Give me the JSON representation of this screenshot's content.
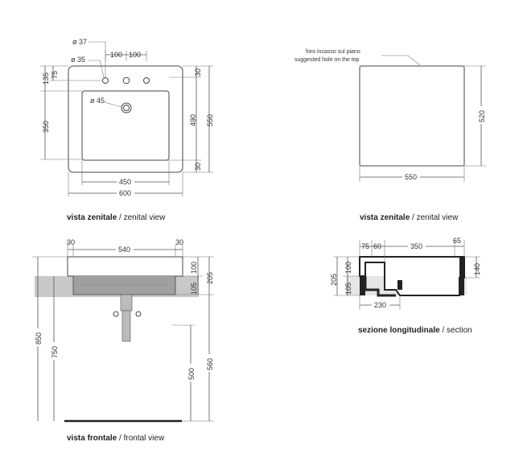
{
  "top_view": {
    "holes": {
      "tap_big": "ø 37",
      "tap_small": "ø 35",
      "drain": "ø 45"
    },
    "dims": {
      "spacing_1": "100",
      "spacing_2": "100",
      "left_135": "135",
      "left_75": "75",
      "left_350": "350",
      "right_30_top": "30",
      "right_490": "490",
      "right_550": "550",
      "right_30_bottom": "30",
      "bottom_450": "450",
      "bottom_600": "600"
    },
    "caption_bold": "vista zenitale",
    "caption_light": " / zenital view"
  },
  "hole_view": {
    "note_it": "foro incasso sul piano",
    "note_en": "suggested hole on the top",
    "dims": {
      "height_520": "520",
      "width_550": "550"
    },
    "caption_bold": "vista zenitale",
    "caption_light": " / zenital view"
  },
  "front_view": {
    "dims": {
      "top_left_30": "30",
      "top_540": "540",
      "top_right_30": "30",
      "right_100": "100",
      "right_105": "105",
      "right_205": "205",
      "left_850": "850",
      "left_750": "750",
      "right_500": "500",
      "right_560": "560"
    },
    "caption_bold": "vista frontale",
    "caption_light": " / frontal view"
  },
  "section_view": {
    "dims": {
      "top_75": "75",
      "top_60": "60",
      "top_350": "350",
      "top_65": "65",
      "left_205": "205",
      "left_105": "105",
      "left_100": "100",
      "right_140": "140",
      "bottom_230": "230"
    },
    "caption_bold": "sezione longitudinale",
    "caption_light": " / section"
  }
}
